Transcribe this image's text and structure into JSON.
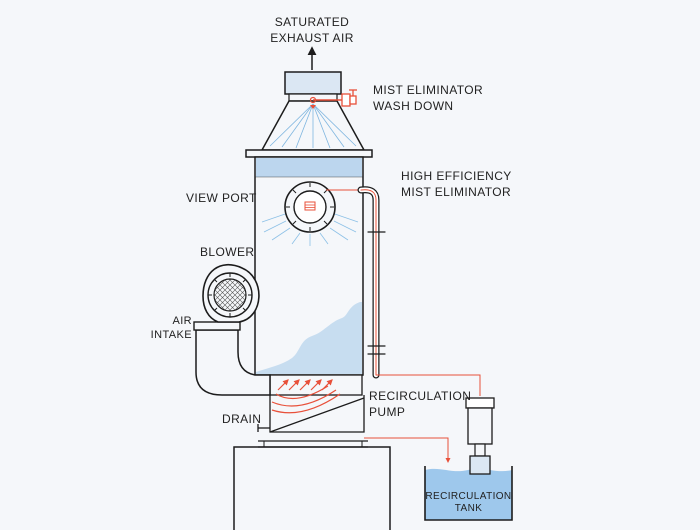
{
  "labels": {
    "exhaust": [
      "SATURATED",
      "EXHAUST AIR"
    ],
    "mist_wash": [
      "MIST ELIMINATOR",
      "WASH DOWN"
    ],
    "high_eff": [
      "HIGH EFFICIENCY",
      "MIST ELIMINATOR"
    ],
    "view_port": "VIEW PORT",
    "blower": "BLOWER",
    "air_intake": [
      "AIR",
      "INTAKE"
    ],
    "drain": "DRAIN",
    "recirc_pump": [
      "RECIRCULATION",
      "PUMP"
    ],
    "recirc_tank": [
      "RECIRCULATION",
      "TANK"
    ]
  },
  "colors": {
    "stroke": "#1c1c1c",
    "accent": "#e8503a",
    "mist": "#bcd6ee",
    "water": "#9ec8ec",
    "spray": "#7fb6e0"
  }
}
